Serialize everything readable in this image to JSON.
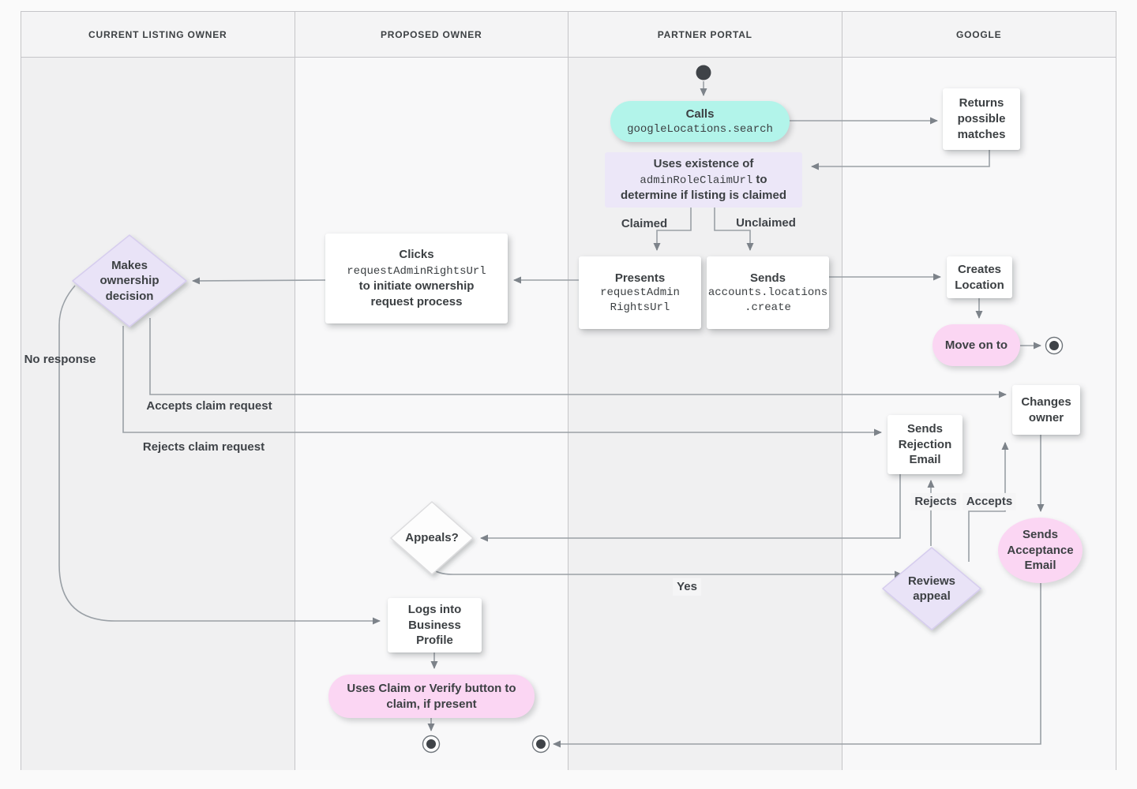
{
  "header": {
    "lanes": [
      "CURRENT LISTING OWNER",
      "PROPOSED OWNER",
      "PARTNER PORTAL",
      "GOOGLE"
    ]
  },
  "nodes": {
    "calls": {
      "title": "Calls",
      "code": "googleLocations.search"
    },
    "returns_matches": {
      "label": "Returns possible matches"
    },
    "uses_existence": {
      "part1": "Uses existence of ",
      "code": "adminRoleClaimUrl",
      "part2": " to determine if listing is claimed"
    },
    "presents": {
      "title": "Presents",
      "code": "requestAdmin\nRightsUrl"
    },
    "sends_create": {
      "title": "Sends",
      "code": "accounts.locations\n.create"
    },
    "clicks": {
      "part1": "Clicks ",
      "code": "requestAdminRightsUrl",
      "part2": " to initiate ownership request process"
    },
    "makes_ownership": {
      "label": "Makes ownership decision"
    },
    "creates_location": {
      "label": "Creates Location"
    },
    "move_on": {
      "label": "Move on to"
    },
    "changes_owner": {
      "label": "Changes owner"
    },
    "sends_rejection": {
      "label": "Sends Rejection Email"
    },
    "sends_acceptance": {
      "label": "Sends Acceptance Email"
    },
    "reviews_appeal": {
      "label": "Reviews appeal"
    },
    "appeals": {
      "label": "Appeals?"
    },
    "logs_into": {
      "label": "Logs into Business Profile"
    },
    "uses_claim": {
      "label": "Uses Claim or Verify button to claim, if present"
    }
  },
  "edge_labels": {
    "claimed": "Claimed",
    "unclaimed": "Unclaimed",
    "no_response": "No response",
    "accepts_claim": "Accepts claim request",
    "rejects_claim": "Rejects claim request",
    "rejects": "Rejects",
    "accepts": "Accepts",
    "yes": "Yes"
  },
  "colors": {
    "teal": "#b2f4ea",
    "lavender": "#ece7f8",
    "pink": "#fbd6f3",
    "edge": "#9aa0a6",
    "text": "#3c4043",
    "lane_dark": "#f0f0f1",
    "lane_light": "#f8f8f9"
  }
}
